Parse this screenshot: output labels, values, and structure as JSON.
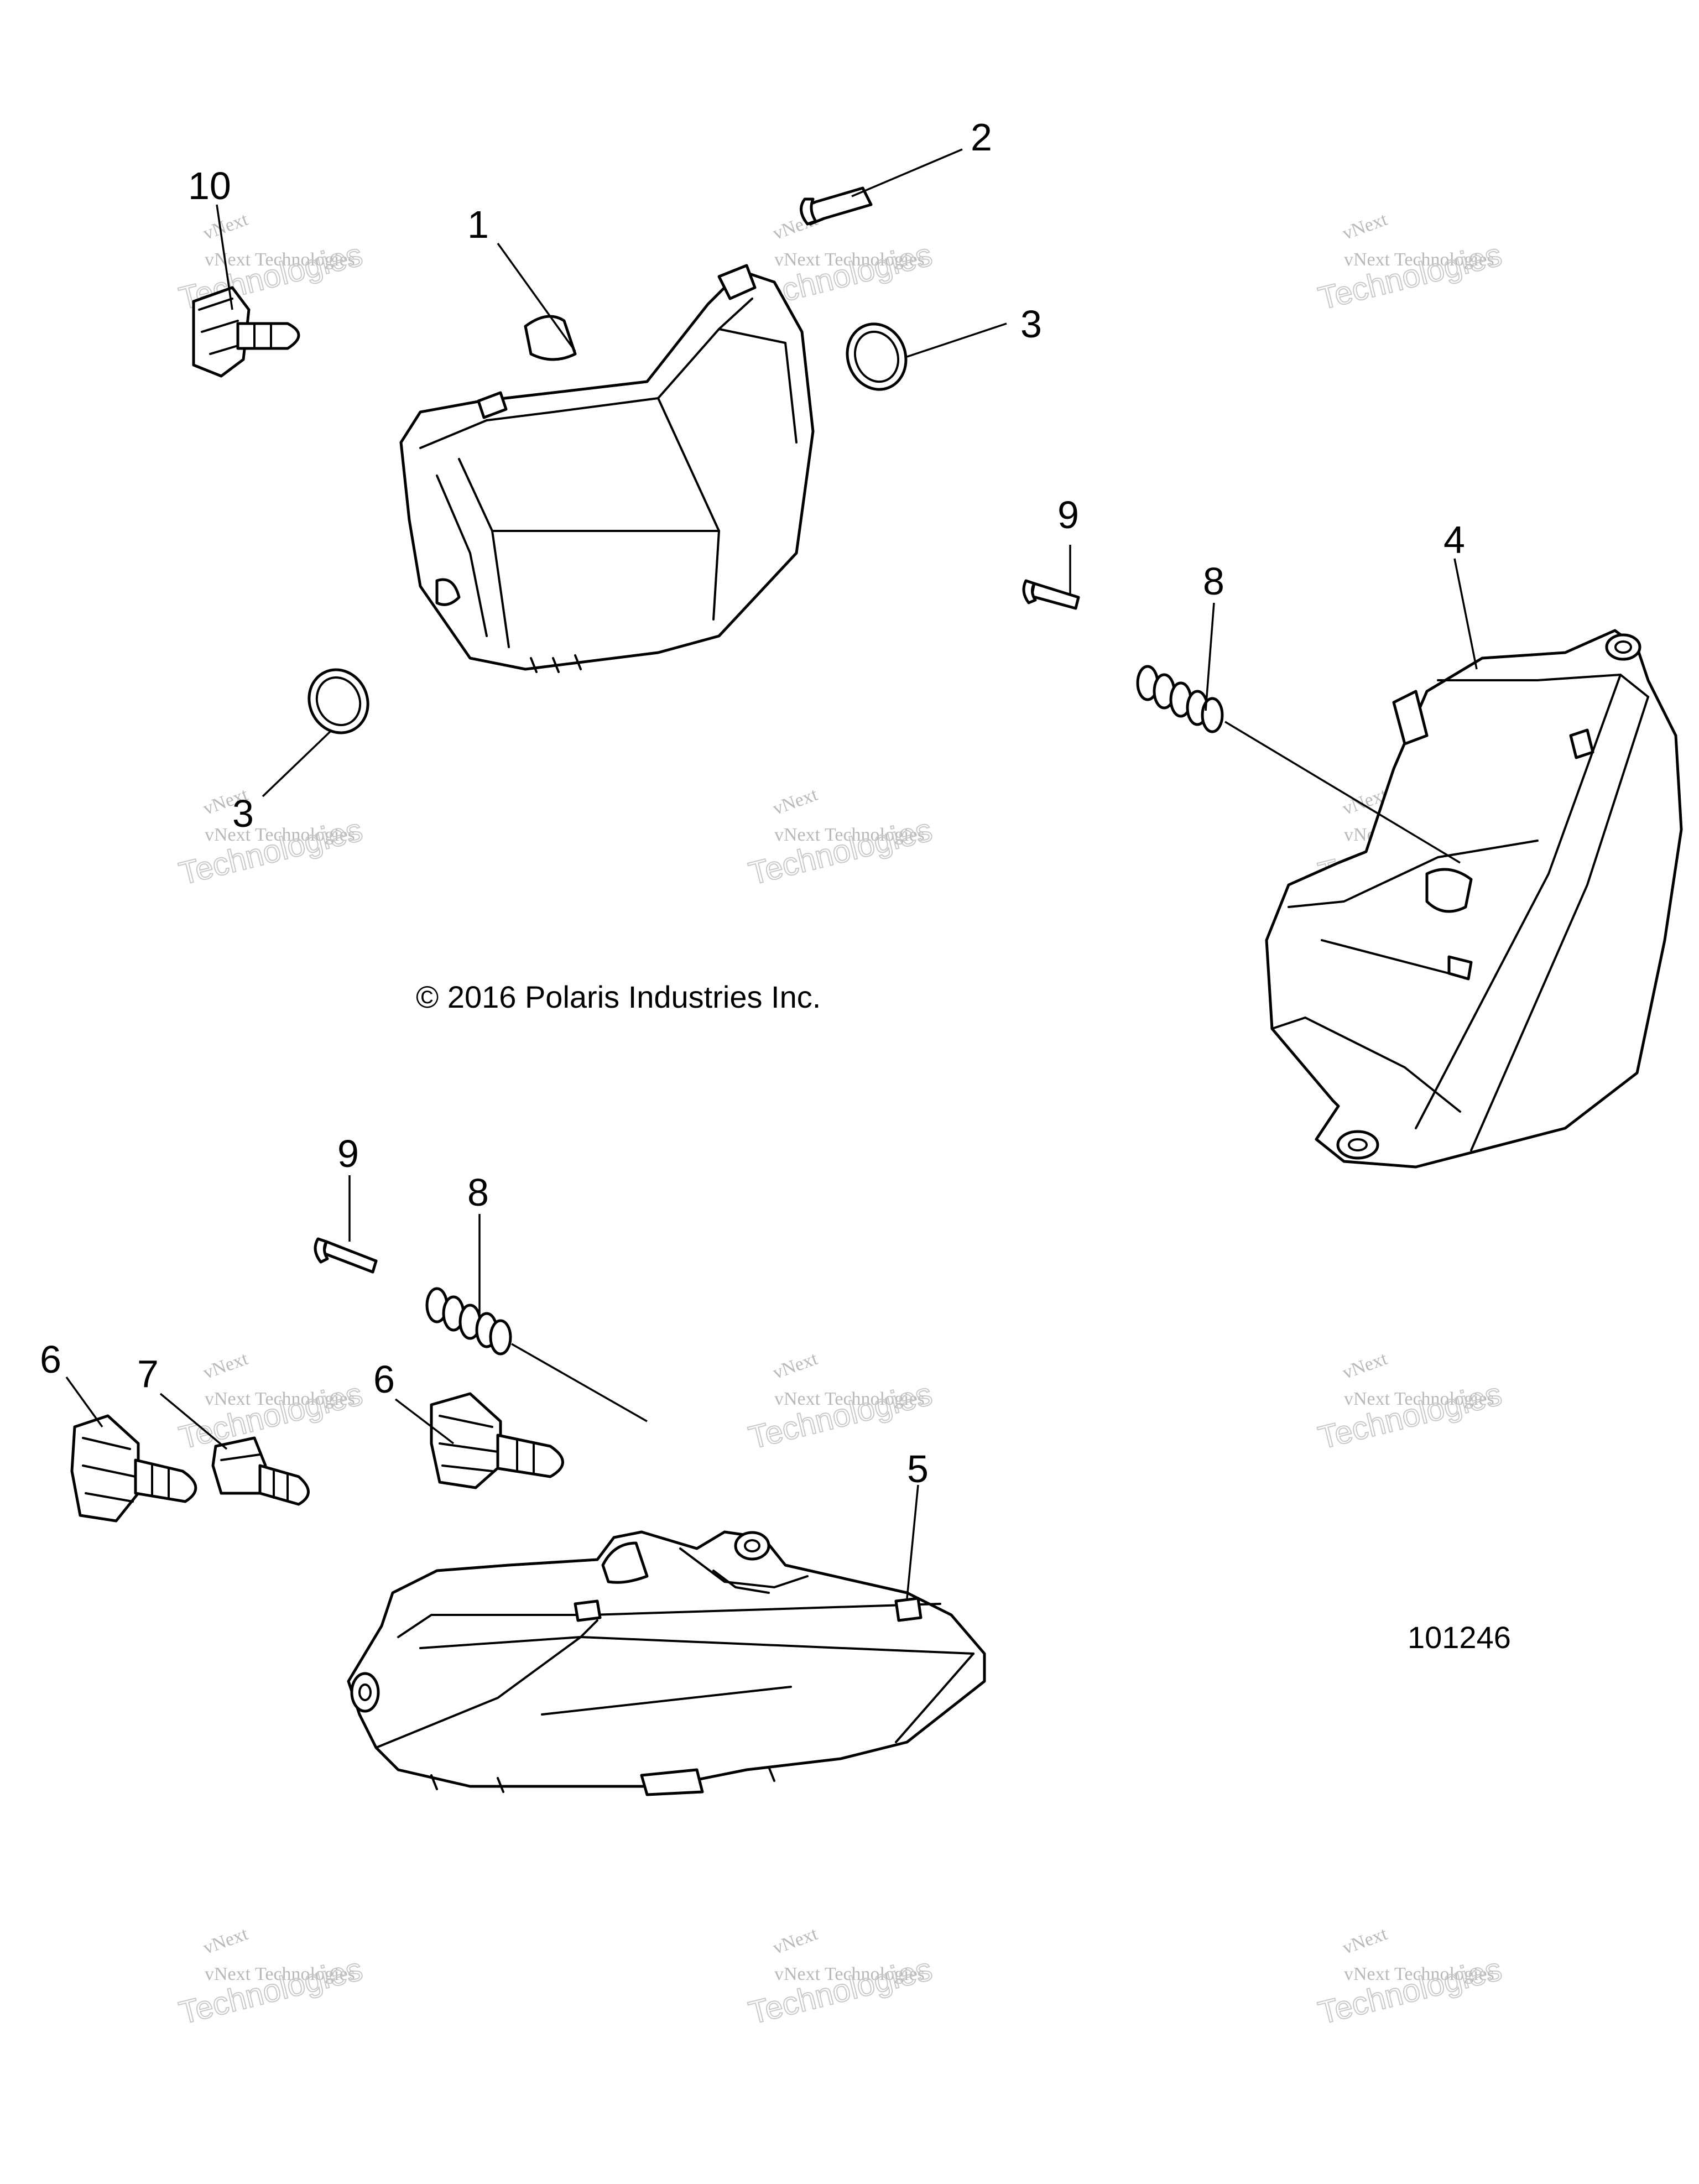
{
  "copyright": "© 2016 Polaris Industries Inc.",
  "diagram_id": "101246",
  "watermark": {
    "line1": "vNext Technologies",
    "line2": "Technologies",
    "line3": "vNext"
  },
  "callouts": {
    "c10": "10",
    "c1": "1",
    "c2": "2",
    "c3a": "3",
    "c3b": "3",
    "c9a": "9",
    "c8a": "8",
    "c4": "4",
    "c9b": "9",
    "c8b": "8",
    "c6a": "6",
    "c7": "7",
    "c6b": "6",
    "c5": "5"
  }
}
